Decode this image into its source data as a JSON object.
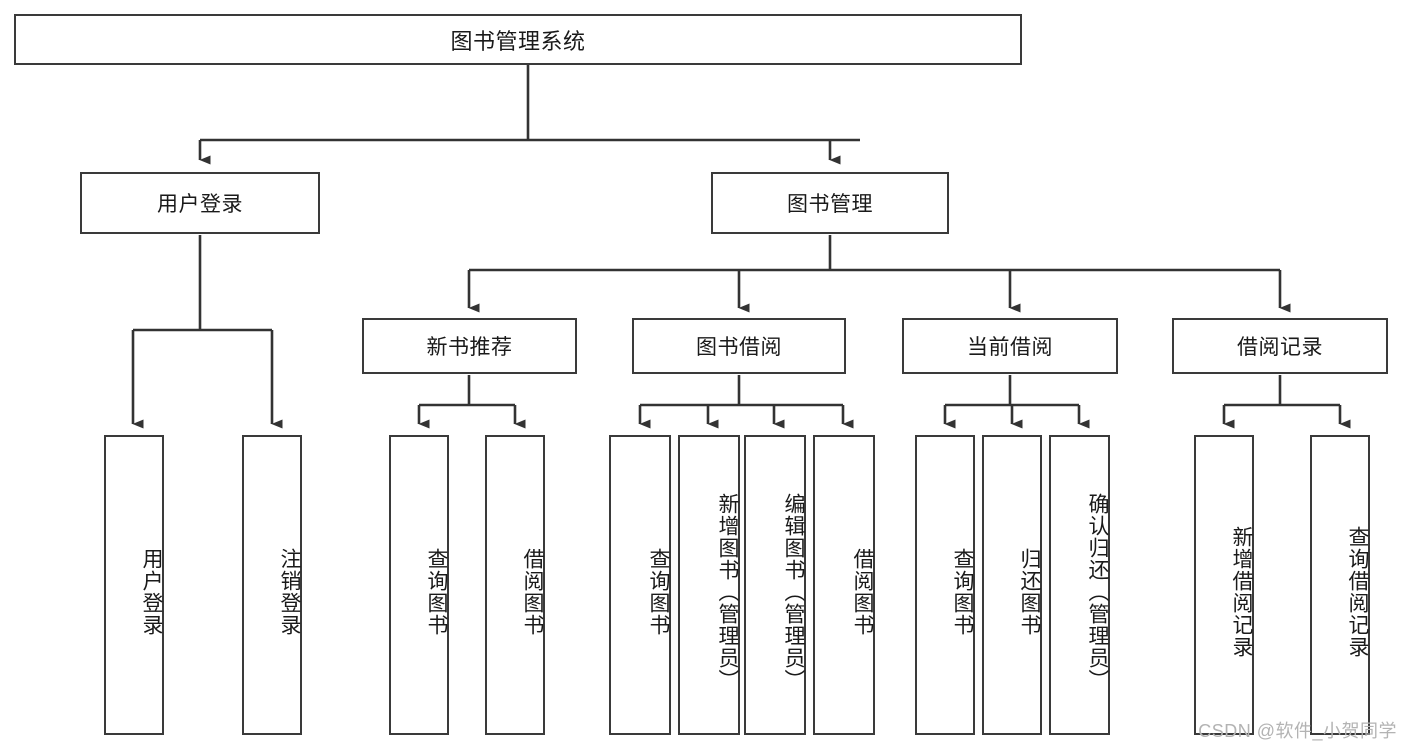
{
  "diagram": {
    "type": "tree-hierarchy",
    "title": "图书管理系统",
    "watermark": "CSDN @软件_小贺同学",
    "colors": {
      "box_border": "#3a3a3a",
      "box_fill": "#ffffff",
      "connector": "#333333",
      "text": "#1a1a1a",
      "watermark": "#b3b3b3"
    },
    "root": {
      "label": "图书管理系统"
    },
    "level1": [
      {
        "label": "用户登录"
      },
      {
        "label": "图书管理"
      }
    ],
    "level2": [
      {
        "label": "新书推荐"
      },
      {
        "label": "图书借阅"
      },
      {
        "label": "当前借阅"
      },
      {
        "label": "借阅记录"
      }
    ],
    "leaves": {
      "user_login": [
        {
          "label": "用户登录"
        },
        {
          "label": "注销登录"
        }
      ],
      "new_book_recommend": [
        {
          "label": "查询图书"
        },
        {
          "label": "借阅图书"
        }
      ],
      "book_borrow": [
        {
          "label": "查询图书"
        },
        {
          "label": "新增图书（管理员）"
        },
        {
          "label": "编辑图书（管理员）"
        },
        {
          "label": "借阅图书"
        }
      ],
      "current_borrow": [
        {
          "label": "查询图书"
        },
        {
          "label": "归还图书"
        },
        {
          "label": "确认归还（管理员）"
        }
      ],
      "borrow_record": [
        {
          "label": "新增借阅记录"
        },
        {
          "label": "查询借阅记录"
        }
      ]
    }
  }
}
